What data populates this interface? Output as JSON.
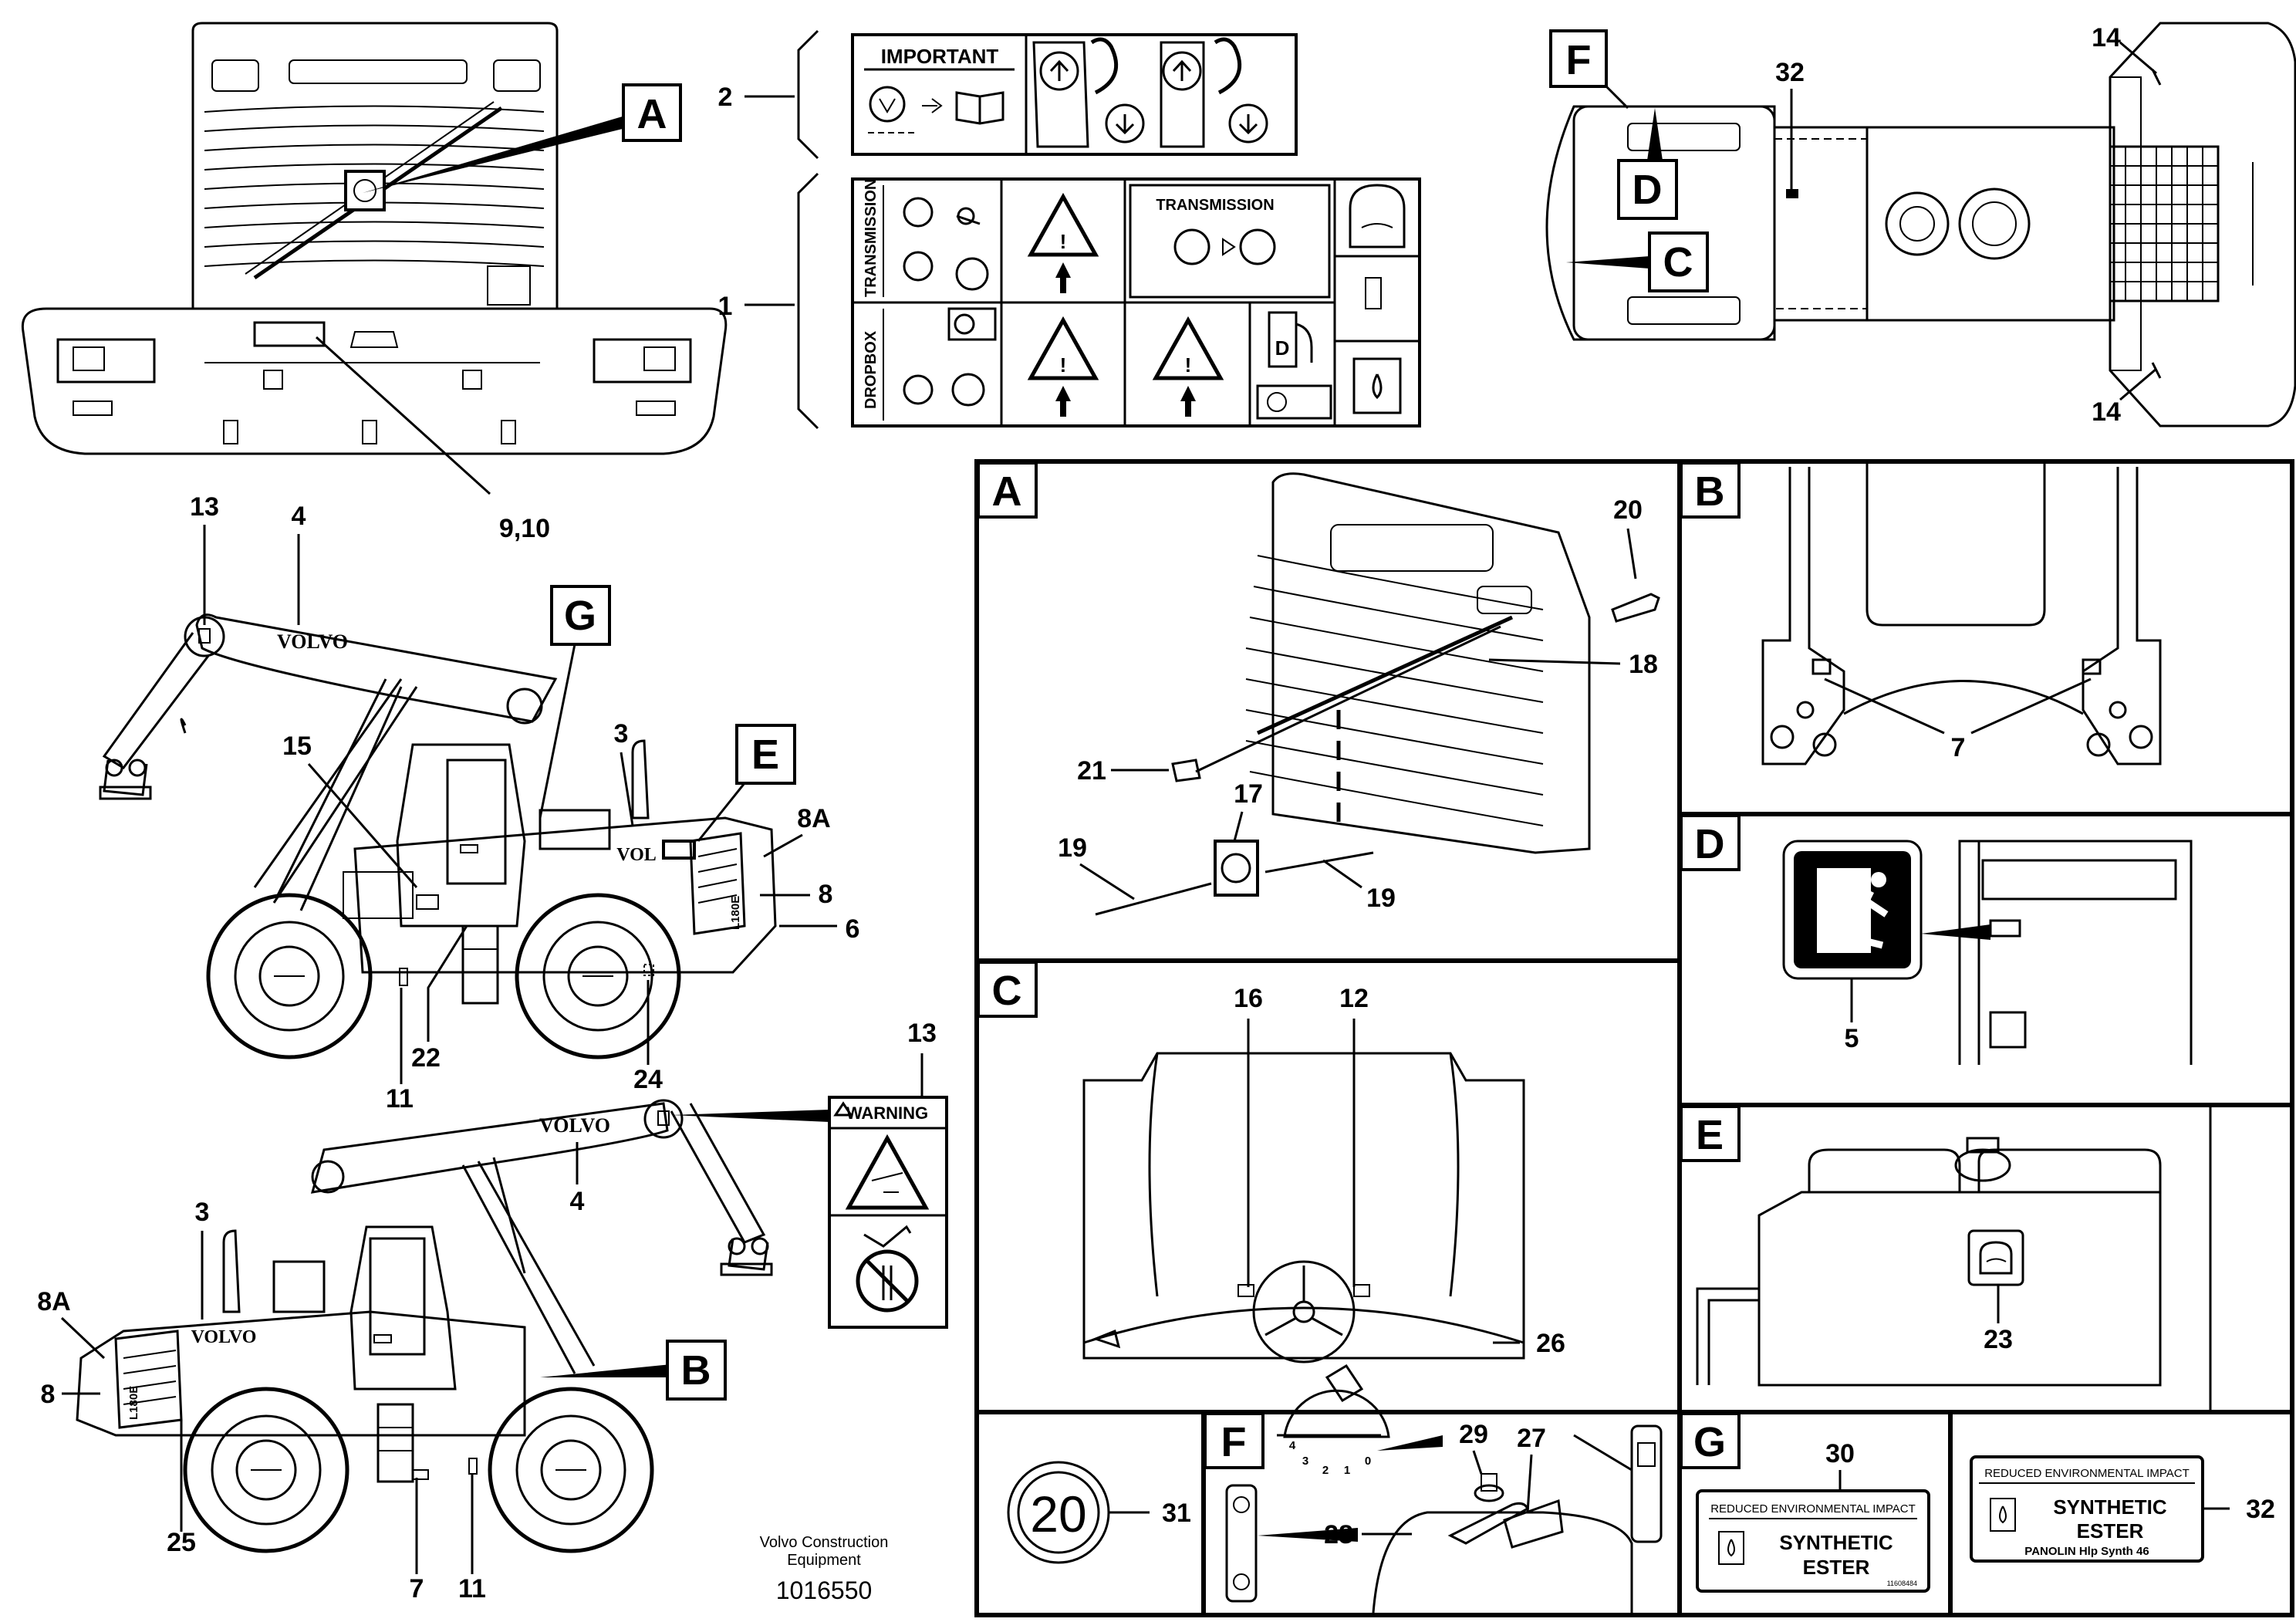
{
  "parts": {
    "p1": "1",
    "p2": "2",
    "p3": "3",
    "p4": "4",
    "p5": "5",
    "p6": "6",
    "p7": "7",
    "p8": "8",
    "p8a": "8A",
    "p910": "9,10",
    "p11": "11",
    "p12": "12",
    "p13": "13",
    "p14": "14",
    "p15": "15",
    "p16": "16",
    "p17": "17",
    "p18": "18",
    "p19": "19",
    "p20": "20",
    "p21": "21",
    "p22": "22",
    "p23": "23",
    "p24": "24",
    "p25": "25",
    "p26": "26",
    "p27": "27",
    "p28": "28",
    "p29": "29",
    "p30": "30",
    "p31": "31",
    "p32": "32"
  },
  "detail_letters": {
    "a": "A",
    "b": "B",
    "c": "C",
    "d": "D",
    "e": "E",
    "f": "F",
    "g": "G"
  },
  "decals": {
    "important": "IMPORTANT",
    "transmission_vertical": "TRANSMISSION",
    "transmission_box": "TRANSMISSION",
    "dropbox": "DROPBOX",
    "warning": "WARNING",
    "speed": "20",
    "reduced_impact": "REDUCED ENVIRONMENTAL IMPACT",
    "synthetic": "SYNTHETIC",
    "ester": "ESTER",
    "panolin": "PANOLIN Hlp Synth 46",
    "decal_code": "11608484"
  },
  "brand": {
    "volvo": "VOLVO",
    "vol": "VOL",
    "model": "L180E"
  },
  "footer": {
    "line1": "Volvo Construction",
    "line2": "Equipment",
    "doc_number": "1016550"
  },
  "icons": [
    "manual-book-icon",
    "lift-hook-icon",
    "warning-triangle-icon",
    "oil-can-icon",
    "fuel-pump-icon",
    "emergency-exit-icon",
    "no-person-icon",
    "volvo-logo-icon"
  ]
}
